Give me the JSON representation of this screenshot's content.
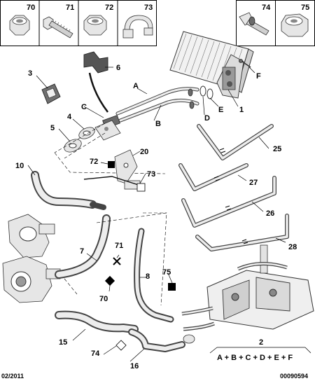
{
  "fasteners_top_left": [
    {
      "ref": "70",
      "icon": "nut-icon"
    },
    {
      "ref": "71",
      "icon": "bolt-icon"
    },
    {
      "ref": "72",
      "icon": "nut-icon"
    },
    {
      "ref": "73",
      "icon": "hose-clip-icon"
    }
  ],
  "fasteners_top_right": [
    {
      "ref": "74",
      "icon": "rivet-icon"
    },
    {
      "ref": "75",
      "icon": "nut-icon"
    }
  ],
  "callouts": {
    "n1": "1",
    "n2": "2",
    "n3": "3",
    "n4": "4",
    "n5": "5",
    "n6": "6",
    "n7": "7",
    "n8": "8",
    "n10": "10",
    "n15": "15",
    "n16": "16",
    "n20": "20",
    "n25": "25",
    "n26": "26",
    "n27": "27",
    "n28": "28",
    "A": "A",
    "B": "B",
    "C": "C",
    "D": "D",
    "E": "E",
    "F": "F",
    "n70": "70",
    "n71": "71",
    "n72": "72",
    "n73": "73",
    "n74": "74",
    "n75": "75"
  },
  "assembly_formula": "A + B + C + D + E + F",
  "footer": {
    "date": "02/2011",
    "code": "00090594"
  },
  "colors": {
    "line": "#000000",
    "part_fill": "#e6e6e6",
    "dark_fill": "#6a6a6a",
    "marker_black": "#000000",
    "marker_white": "#ffffff"
  }
}
